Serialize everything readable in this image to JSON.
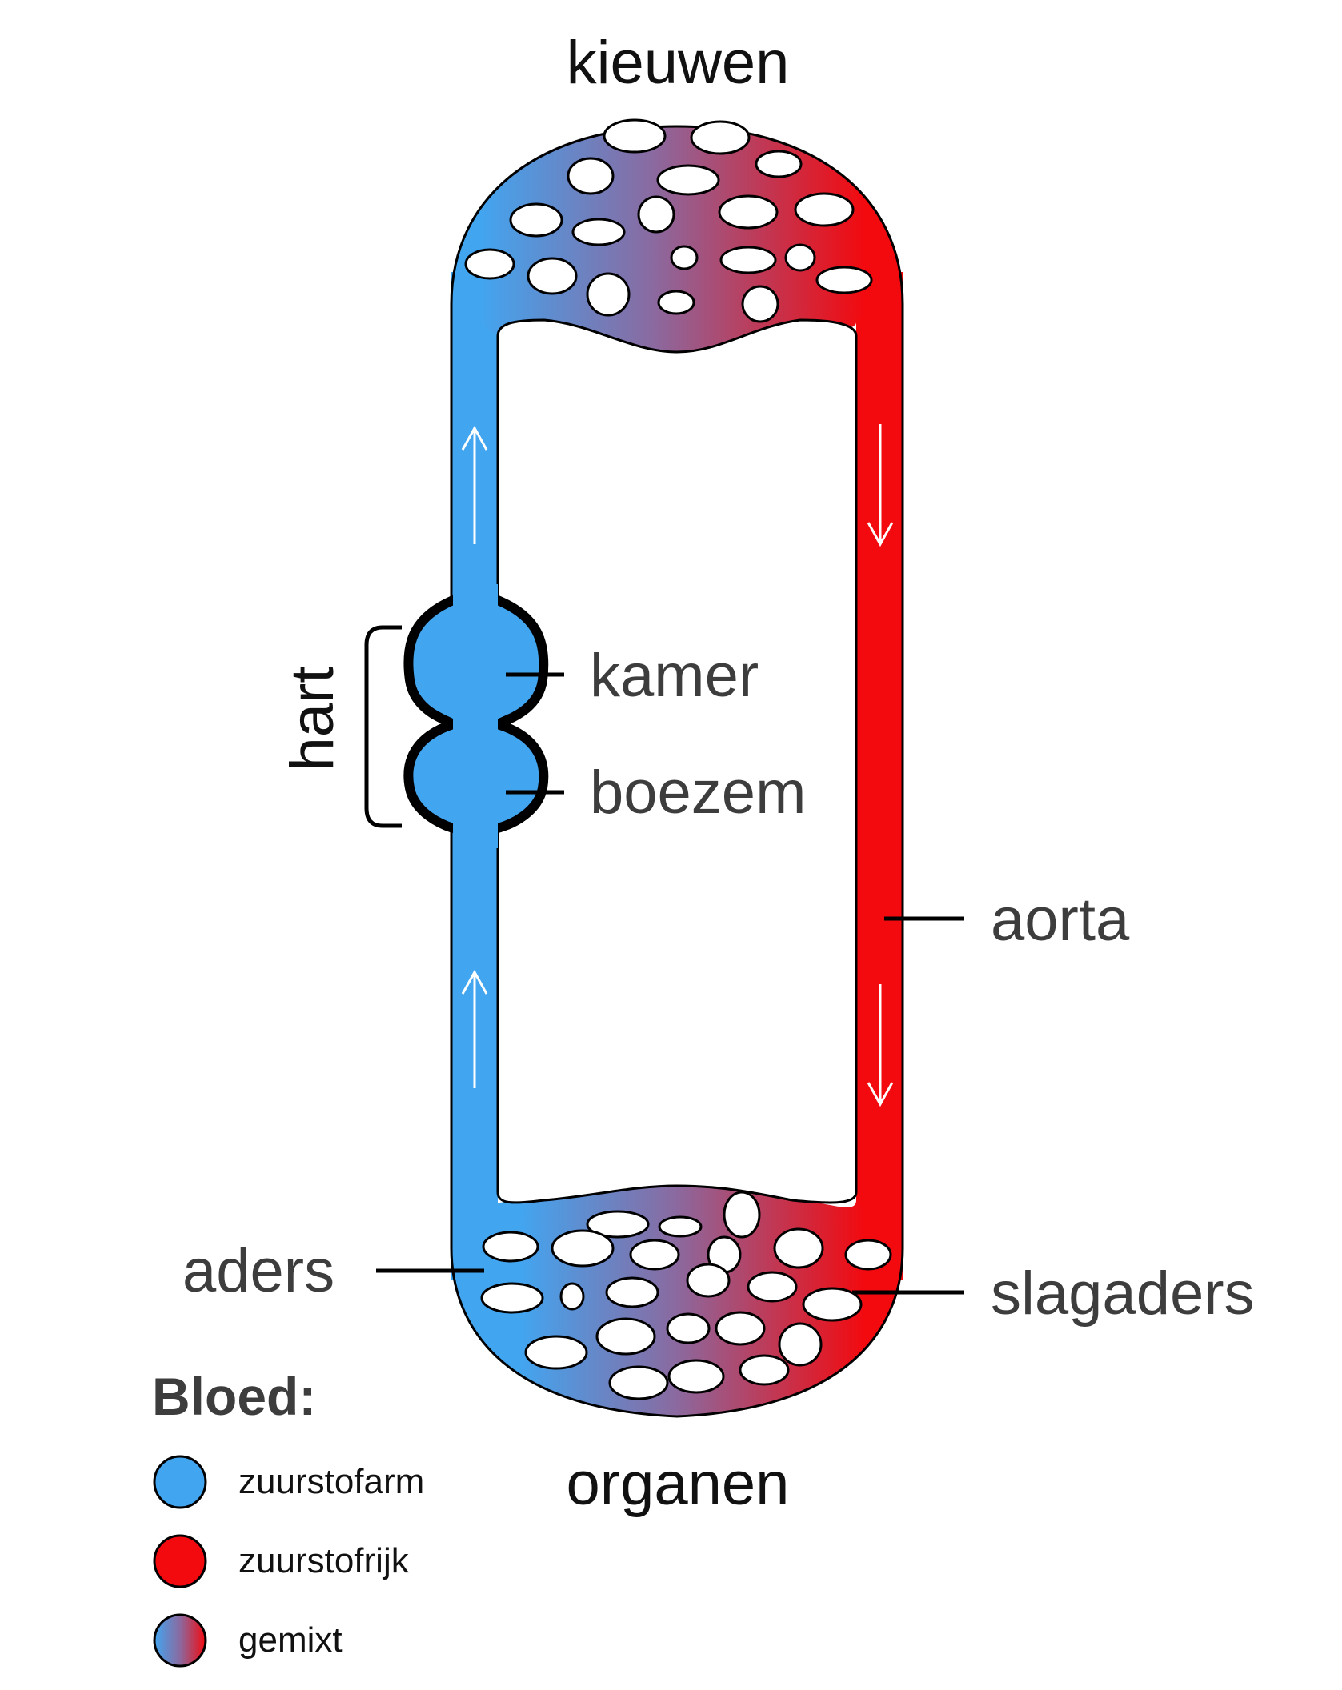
{
  "labels": {
    "top": "kieuwen",
    "bottom": "organen",
    "heart": "hart",
    "ventricle": "kamer",
    "atrium": "boezem",
    "aorta": "aorta",
    "veins": "aders",
    "arteries": "slagaders"
  },
  "legend": {
    "title": "Bloed:",
    "items": [
      {
        "label": "zuurstofarm",
        "color": "#42a5f0"
      },
      {
        "label": "zuurstofrijk",
        "color": "#f20a0f"
      },
      {
        "label": "gemixt",
        "color": "gradient"
      }
    ]
  },
  "colors": {
    "oxygen_poor": "#42a5f0",
    "oxygen_rich": "#f20a0f",
    "outline": "#000000",
    "label_gray": "#3d3d3d"
  }
}
